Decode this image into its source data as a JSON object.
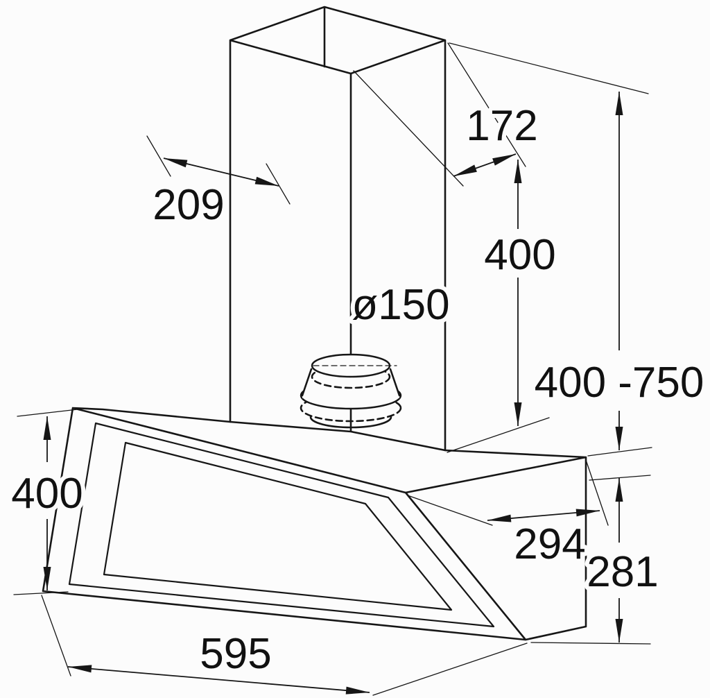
{
  "figure": {
    "subject": "wall-mounted angled cooker hood with chimney duct, dimension drawing"
  },
  "colors": {
    "background": "#fcfcfc",
    "line": "#161616",
    "text": "#111111"
  },
  "dimensions": {
    "chimney_top_width": "209",
    "chimney_top_depth": "172",
    "chimney_lower_section": "400",
    "duct_diameter": "ø150",
    "chimney_height_range": "400 -750",
    "front_panel_height": "400",
    "body_depth": "294",
    "body_height": "281",
    "body_width": "595"
  }
}
